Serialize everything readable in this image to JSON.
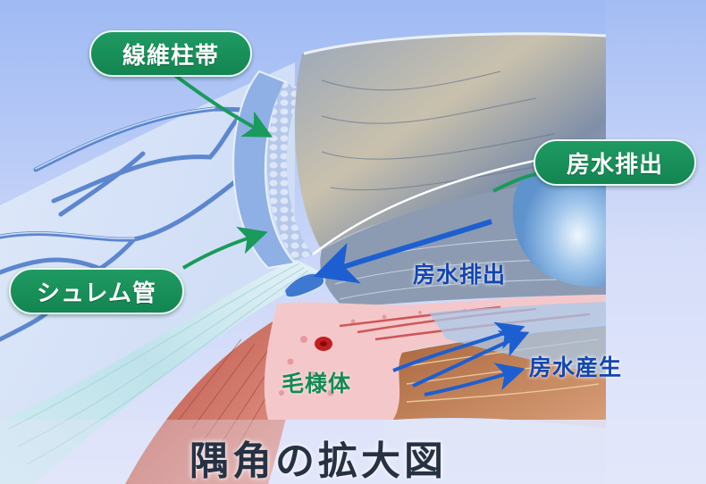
{
  "figure": {
    "title": "隅角の拡大図",
    "subject": "anterior chamber angle of the eye (enlarged view)",
    "labels": {
      "zonule": "線維柱帯",
      "aqueous_outflow_top": "房水排出",
      "schlemm_canal": "シュレム管",
      "aqueous_outflow_middle": "房水排出",
      "aqueous_production": "房水産生",
      "ciliary_body": "毛様体"
    },
    "colors": {
      "label_pill_green": "#178f5a",
      "label_text_blue": "#1346b0",
      "label_text_green": "#148a55",
      "title_text": "#263244",
      "arrow_green": "#1a9a5c",
      "arrow_blue": "#1d5fd0",
      "background_top": "#a9c1f5",
      "background_bottom": "#e3e8fb",
      "tissue_pink": "#f3c3c6",
      "muscle_red": "#c9574b",
      "cornea_cyan": "#cde9ef",
      "iris_gray": "#8593a8"
    }
  }
}
